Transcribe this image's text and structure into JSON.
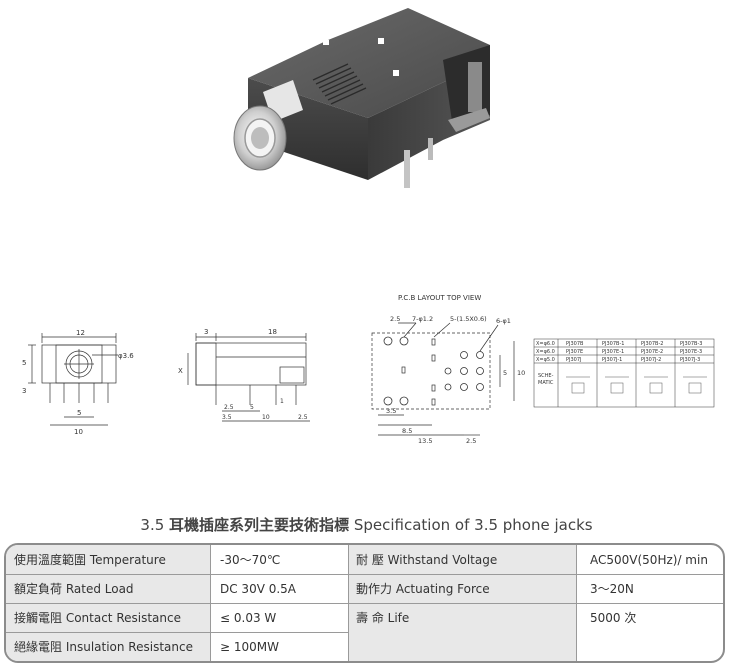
{
  "drawings": {
    "view_caption": "P.C.B LAYOUT    TOP VIEW",
    "front_view": {
      "width_dim": "12",
      "height_dim_top": "5",
      "height_dim_bottom": "3",
      "bottom_dim_inner": "5",
      "bottom_dim_outer": "10",
      "hole_dim": "φ3.6"
    },
    "side_view": {
      "dim_left": "3",
      "dim_main": "18",
      "dim_x": "X",
      "dims_bottom": [
        "2.5",
        "5",
        "1",
        "3.5",
        "10",
        "2.5"
      ]
    },
    "pcb_layout": {
      "dim_pitch": "2.5",
      "dim_holes_a": "7-φ1.2",
      "dim_slots": "5-(1.5X0.6)",
      "dim_holes_b": "6-φ1",
      "dim_right_a": "5",
      "dim_right_b": "10",
      "dims_bottom": [
        "3.5",
        "8.5",
        "13.5",
        "2.5"
      ]
    },
    "schematic_table": {
      "rows": [
        [
          "X=φ6.0",
          "PJ307B",
          "PJ307B-1",
          "PJ307B-2",
          "PJ307B-3"
        ],
        [
          "X=φ6.0",
          "PJ307E",
          "PJ307E-1",
          "PJ307E-2",
          "PJ307E-3"
        ],
        [
          "X=φ5.0",
          "PJ307J",
          "PJ307J-1",
          "PJ307J-2",
          "PJ307J-3"
        ]
      ],
      "schematic_label_1": "SCHE-",
      "schematic_label_2": "MATIC"
    }
  },
  "spec": {
    "title_prefix": "3.5",
    "title_cn": "耳機插座系列主要技術指標",
    "title_en": "Specification of 3.5 phone jacks",
    "rows": [
      {
        "label1": "使用溫度範圍 Temperature",
        "value1": "-30～70℃",
        "label2": "耐    壓  Withstand Voltage",
        "value2": "AC500V(50Hz)/ min"
      },
      {
        "label1": "額定負荷  Rated Load",
        "value1": "DC  30V  0.5A",
        "label2": "動作力  Actuating Force",
        "value2": "3～20N"
      },
      {
        "label1": "接觸電阻  Contact Resistance",
        "value1": "≤ 0.03 W",
        "label2": "壽    命  Life",
        "value2": "5000 次"
      },
      {
        "label1": "絕緣電阻  Insulation Resistance",
        "value1": "≥ 100MW",
        "label2": "",
        "value2": ""
      }
    ]
  }
}
